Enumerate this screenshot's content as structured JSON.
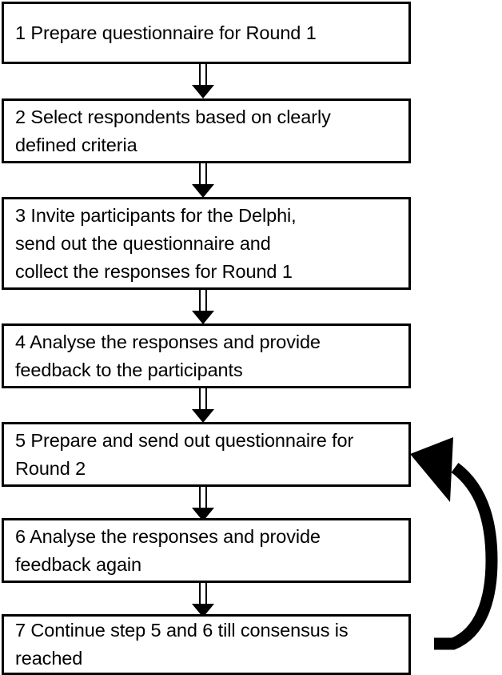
{
  "diagram": {
    "title": "Delphi method process flowchart",
    "type": "flowchart",
    "orientation": "vertical",
    "colors": {
      "background": "#ffffff",
      "stroke": "#000000",
      "box_fill": "#ffffff",
      "text": "#000000"
    },
    "steps": [
      {
        "number": "1",
        "text": "1 Prepare questionnaire for Round 1",
        "lines": [
          "1 Prepare questionnaire for Round 1"
        ]
      },
      {
        "number": "2",
        "text": "2 Select respondents based on clearly\ndefined criteria",
        "lines": [
          "2 Select respondents based on clearly",
          "defined criteria"
        ]
      },
      {
        "number": "3",
        "text": "3 Invite participants for the Delphi,\nsend out the questionnaire and\ncollect the responses for Round 1",
        "lines": [
          "3 Invite participants for the Delphi,",
          "send out the questionnaire and",
          "collect the responses for Round 1"
        ]
      },
      {
        "number": "4",
        "text": "4 Analyse the responses and provide\nfeedback to the participants",
        "lines": [
          "4 Analyse the responses and provide",
          "feedback to the participants"
        ]
      },
      {
        "number": "5",
        "text": "5 Prepare and send out questionnaire for\nRound 2",
        "lines": [
          "5 Prepare and send out questionnaire for",
          "Round 2"
        ]
      },
      {
        "number": "6",
        "text": "6 Analyse the responses and provide\nfeedback again",
        "lines": [
          "6 Analyse the responses and provide",
          "feedback again"
        ]
      },
      {
        "number": "7",
        "text": "7 Continue step 5 and 6 till consensus is\nreached",
        "lines": [
          "7 Continue step 5 and 6 till consensus is",
          "reached"
        ]
      }
    ],
    "connectors": [
      {
        "name": "arrow-1-to-2",
        "from": "1",
        "to": "2",
        "style": "hollow-shaft-solid-head",
        "direction": "down"
      },
      {
        "name": "arrow-2-to-3",
        "from": "2",
        "to": "3",
        "style": "hollow-shaft-solid-head",
        "direction": "down"
      },
      {
        "name": "arrow-3-to-4",
        "from": "3",
        "to": "4",
        "style": "hollow-shaft-solid-head",
        "direction": "down"
      },
      {
        "name": "arrow-4-to-5",
        "from": "4",
        "to": "5",
        "style": "hollow-shaft-solid-head",
        "direction": "down"
      },
      {
        "name": "arrow-5-to-6",
        "from": "5",
        "to": "6",
        "style": "hollow-shaft-solid-head",
        "direction": "down"
      },
      {
        "name": "arrow-6-to-7",
        "from": "6",
        "to": "7",
        "style": "hollow-shaft-solid-head",
        "direction": "down"
      },
      {
        "name": "loop-arrow-7-to-5",
        "from": "7",
        "to": "5",
        "style": "solid-curved",
        "direction": "up-left"
      }
    ]
  }
}
